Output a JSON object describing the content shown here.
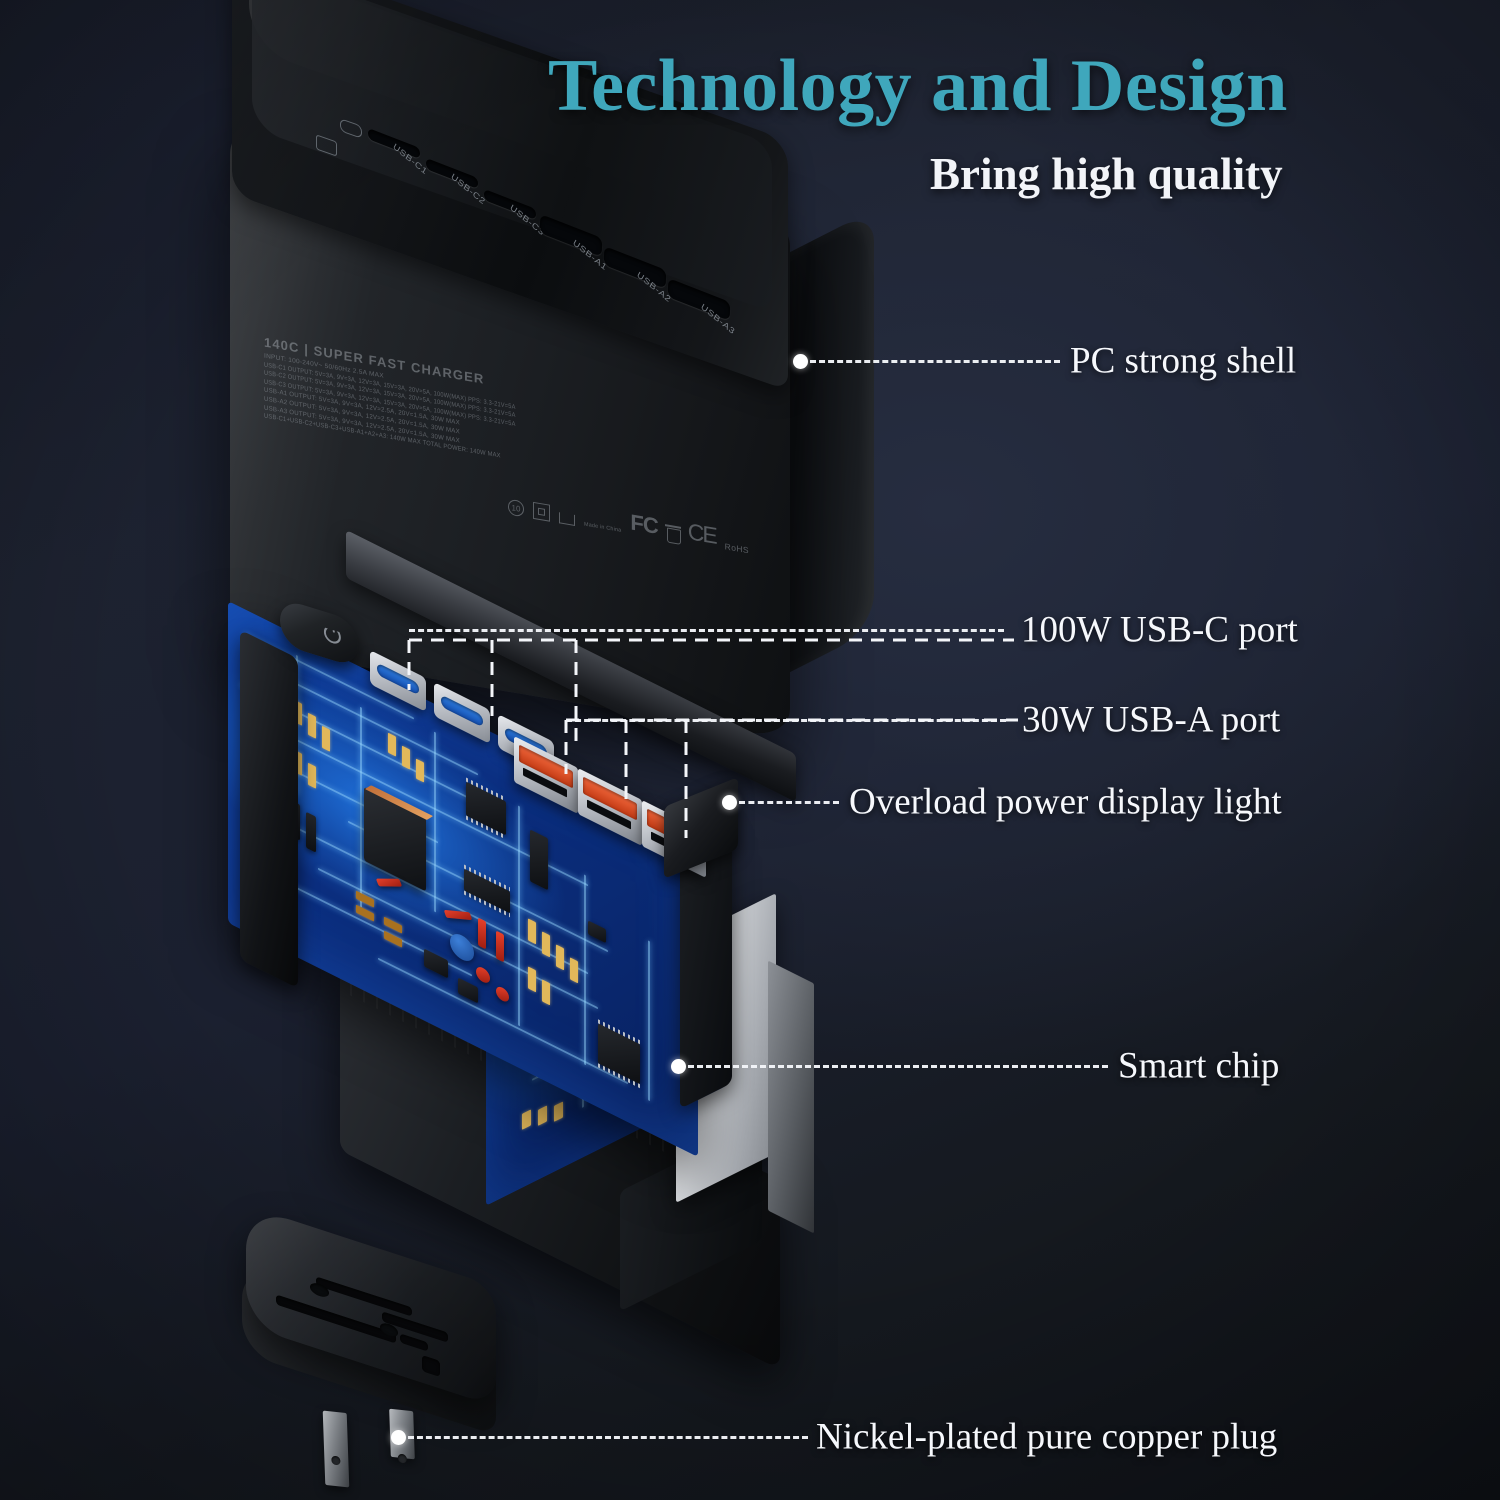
{
  "heading": {
    "title": "Technology and Design",
    "subtitle": "Bring high quality",
    "title_color": "#3fa7bc",
    "subtitle_color": "#f2f4f8"
  },
  "background": {
    "top_left": "#171b24",
    "mid": "#1e2433",
    "bottom_right": "#13161f"
  },
  "callouts": [
    {
      "id": "pc-strong-shell",
      "label": "PC strong shell"
    },
    {
      "id": "usb-c-port",
      "label": "100W USB-C port"
    },
    {
      "id": "usb-a-port",
      "label": "30W USB-A port"
    },
    {
      "id": "overload-power-display-light",
      "label": "Overload power display light"
    },
    {
      "id": "smart-chip",
      "label": "Smart chip"
    },
    {
      "id": "nickel-plated-copper-plug",
      "label": "Nickel-plated pure copper plug"
    }
  ],
  "charger": {
    "brand_line": "140C | SUPER FAST CHARGER",
    "port_labels": [
      "USB-C1",
      "USB-C2",
      "USB-C3",
      "USB-A1",
      "USB-A2",
      "USB-A3"
    ],
    "spec_lines": [
      "INPUT: 100-240V~ 50/60Hz 2.5A MAX",
      "USB-C1 OUTPUT: 5V=3A, 9V=3A, 12V=3A, 15V=3A, 20V=5A, 100W(MAX) PPS: 3.3-21V=5A",
      "USB-C2 OUTPUT: 5V=3A, 9V=3A, 12V=3A, 15V=3A, 20V=5A, 100W(MAX) PPS: 3.3-21V=5A",
      "USB-C3 OUTPUT: 5V=3A, 9V=3A, 12V=3A, 15V=3A, 20V=5A, 100W(MAX) PPS: 3.3-21V=5A",
      "USB-A1 OUTPUT: 5V=3A, 9V=3A, 12V=2.5A, 20V=1.5A, 30W MAX",
      "USB-A2 OUTPUT: 5V=3A, 9V=3A, 12V=2.5A, 20V=1.5A, 30W MAX",
      "USB-A3 OUTPUT: 5V=3A, 9V=3A, 12V=2.5A, 20V=1.5A, 30W MAX",
      "USB-C1+USB-C2+USB-C3+USB-A1+A2+A3: 140W MAX   TOTAL POWER: 140W MAX"
    ],
    "certifications": [
      "10",
      "Made in China",
      "FC",
      "RoHS",
      "CE"
    ],
    "china_rohs_mark": "10",
    "made_in_label": "Made in China",
    "fcc_label": "FC",
    "rohs_label": "RoHS",
    "ce_label": "CE"
  },
  "internals": {
    "power_button": "power-button",
    "usb_c_count": 3,
    "usb_a_count": 3,
    "pcb_color": "#0b2f82",
    "usb_a_tongue_color": "#e05428",
    "usb_c_tongue_color": "#2f7fe6"
  },
  "plug": {
    "type": "US two-prong",
    "prong_count": 2
  }
}
